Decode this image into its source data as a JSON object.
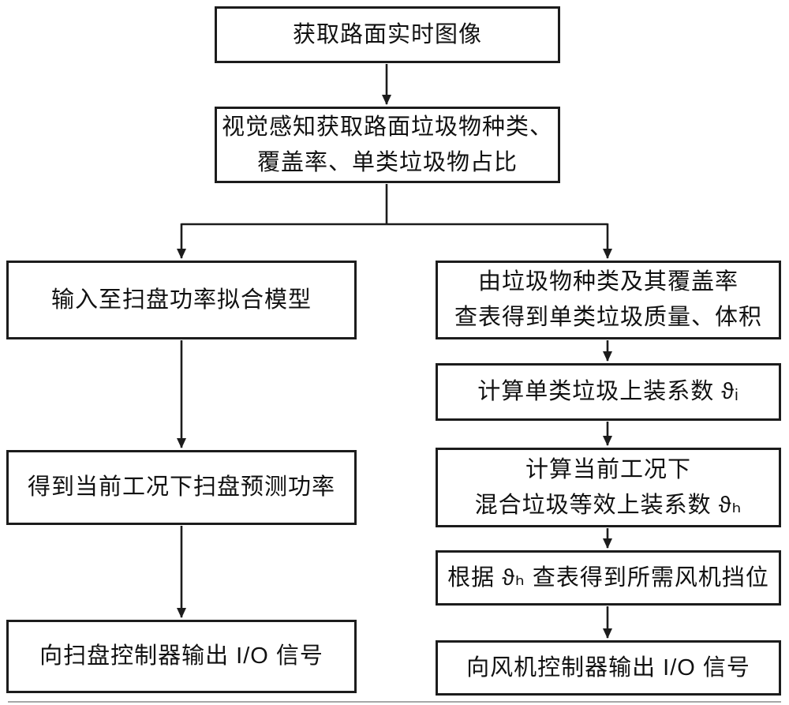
{
  "colors": {
    "background": "#ffffff",
    "line": "#1c1c1c",
    "text": "#111111"
  },
  "nodes": {
    "capture": {
      "lines": [
        "获取路面实时图像"
      ]
    },
    "perception": {
      "lines": [
        "视觉感知获取路面垃圾物种类、",
        "覆盖率、单类垃圾物占比"
      ]
    },
    "sweep_model": {
      "lines": [
        "输入至扫盘功率拟合模型"
      ]
    },
    "sweep_power": {
      "lines": [
        "得到当前工况下扫盘预测功率"
      ]
    },
    "sweep_io": {
      "lines": [
        "向扫盘控制器输出 I/O 信号"
      ]
    },
    "lookup_mass": {
      "lines": [
        "由垃圾物种类及其覆盖率",
        "查表得到单类垃圾质量、体积"
      ]
    },
    "coef_single": {
      "lines": [
        "计算单类垃圾上装系数 ϑᵢ"
      ]
    },
    "coef_mixed": {
      "lines": [
        "计算当前工况下",
        "混合垃圾等效上装系数 ϑₕ"
      ]
    },
    "fan_gear": {
      "lines": [
        "根据 ϑₕ 查表得到所需风机挡位"
      ]
    },
    "fan_io": {
      "lines": [
        "向风机控制器输出 I/O 信号"
      ]
    }
  },
  "edges": [
    {
      "from": "capture",
      "to": "perception"
    },
    {
      "from": "perception",
      "to": "sweep_model"
    },
    {
      "from": "perception",
      "to": "lookup_mass"
    },
    {
      "from": "sweep_model",
      "to": "sweep_power"
    },
    {
      "from": "sweep_power",
      "to": "sweep_io"
    },
    {
      "from": "lookup_mass",
      "to": "coef_single"
    },
    {
      "from": "coef_single",
      "to": "coef_mixed"
    },
    {
      "from": "coef_mixed",
      "to": "fan_gear"
    },
    {
      "from": "fan_gear",
      "to": "fan_io"
    }
  ]
}
